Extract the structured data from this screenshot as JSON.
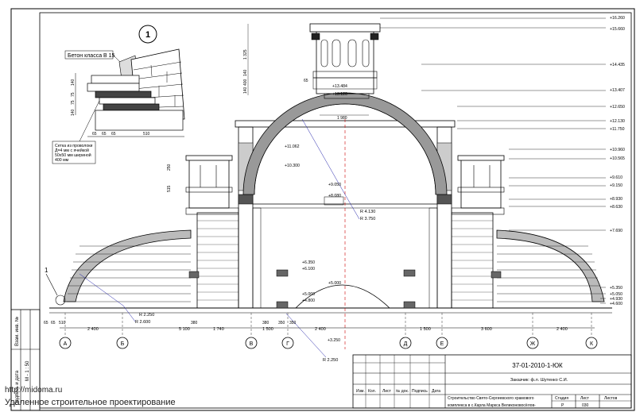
{
  "drawing": {
    "code": "37-01-2010-1-ЮК",
    "customer": "Заказчик: ф.л. Шутенко С.И.",
    "description_line1": "Строительство Свято-Сергиевского храмового",
    "description_line2": "комплекса в с.Карла Маркса Великоновосёлов-",
    "stage_value": "Р",
    "sheet_value": "030",
    "scale": "М - 1 : 50"
  },
  "title_block_headers": [
    "Изм.",
    "Кол.",
    "Лист",
    "№ док.",
    "Подпись",
    "Дата",
    "Стадия",
    "Лист",
    "Листов"
  ],
  "side_stamp": [
    "Взам. инв. №",
    "Подпись и дата"
  ],
  "detail": {
    "number": "1",
    "material_label": "Бетон класса В 15",
    "note_line1": "Сетка из проволоки",
    "note_line2": "Д=4 мм с ячейкой",
    "note_line3": "50х50 мм шириной",
    "note_line4": "400 мм",
    "dims_bottom": [
      "65",
      "65",
      "65",
      "510"
    ],
    "dims_left": [
      "140",
      "75",
      "75",
      "140"
    ],
    "callout": "1"
  },
  "levels_right": [
    "+16.260",
    "+15.660",
    "+14.435",
    "+13.407",
    "+12.650",
    "+12.130",
    "+11.750",
    "+10.960",
    "+10.565",
    "+9.610",
    "+9.150",
    "+8.930",
    "+8.630",
    "+7.690",
    "+5.350",
    "+5.050",
    "+4.930",
    "+4.600"
  ],
  "levels_center": [
    "+13.484",
    "+13.120",
    "+11.062",
    "+10.300",
    "+9.050",
    "+8.080",
    "+6.350",
    "+6.100",
    "+5.000",
    "+5.060",
    "+4.800",
    "+3.250"
  ],
  "radii": [
    "R 4.130",
    "R 3.750",
    "R 2.250",
    "R 2.600",
    "R 2.250"
  ],
  "dims_bottom_row": [
    "2 400",
    "5 100",
    "1 740",
    "1 500",
    "2 400",
    "1 500",
    "3 600",
    "2 400"
  ],
  "dims_small": [
    "380",
    "380",
    "350",
    "350",
    "510",
    "65",
    "65",
    "1 980"
  ],
  "dims_tower": [
    "1 325",
    "140",
    "400",
    "140",
    "65",
    "250",
    "515"
  ],
  "axes": [
    "А",
    "Б",
    "В",
    "Г",
    "Д",
    "Е",
    "Ж",
    "К"
  ],
  "watermark": {
    "url": "http://midoma.ru",
    "text": "Удаленное строительное проектирование"
  }
}
